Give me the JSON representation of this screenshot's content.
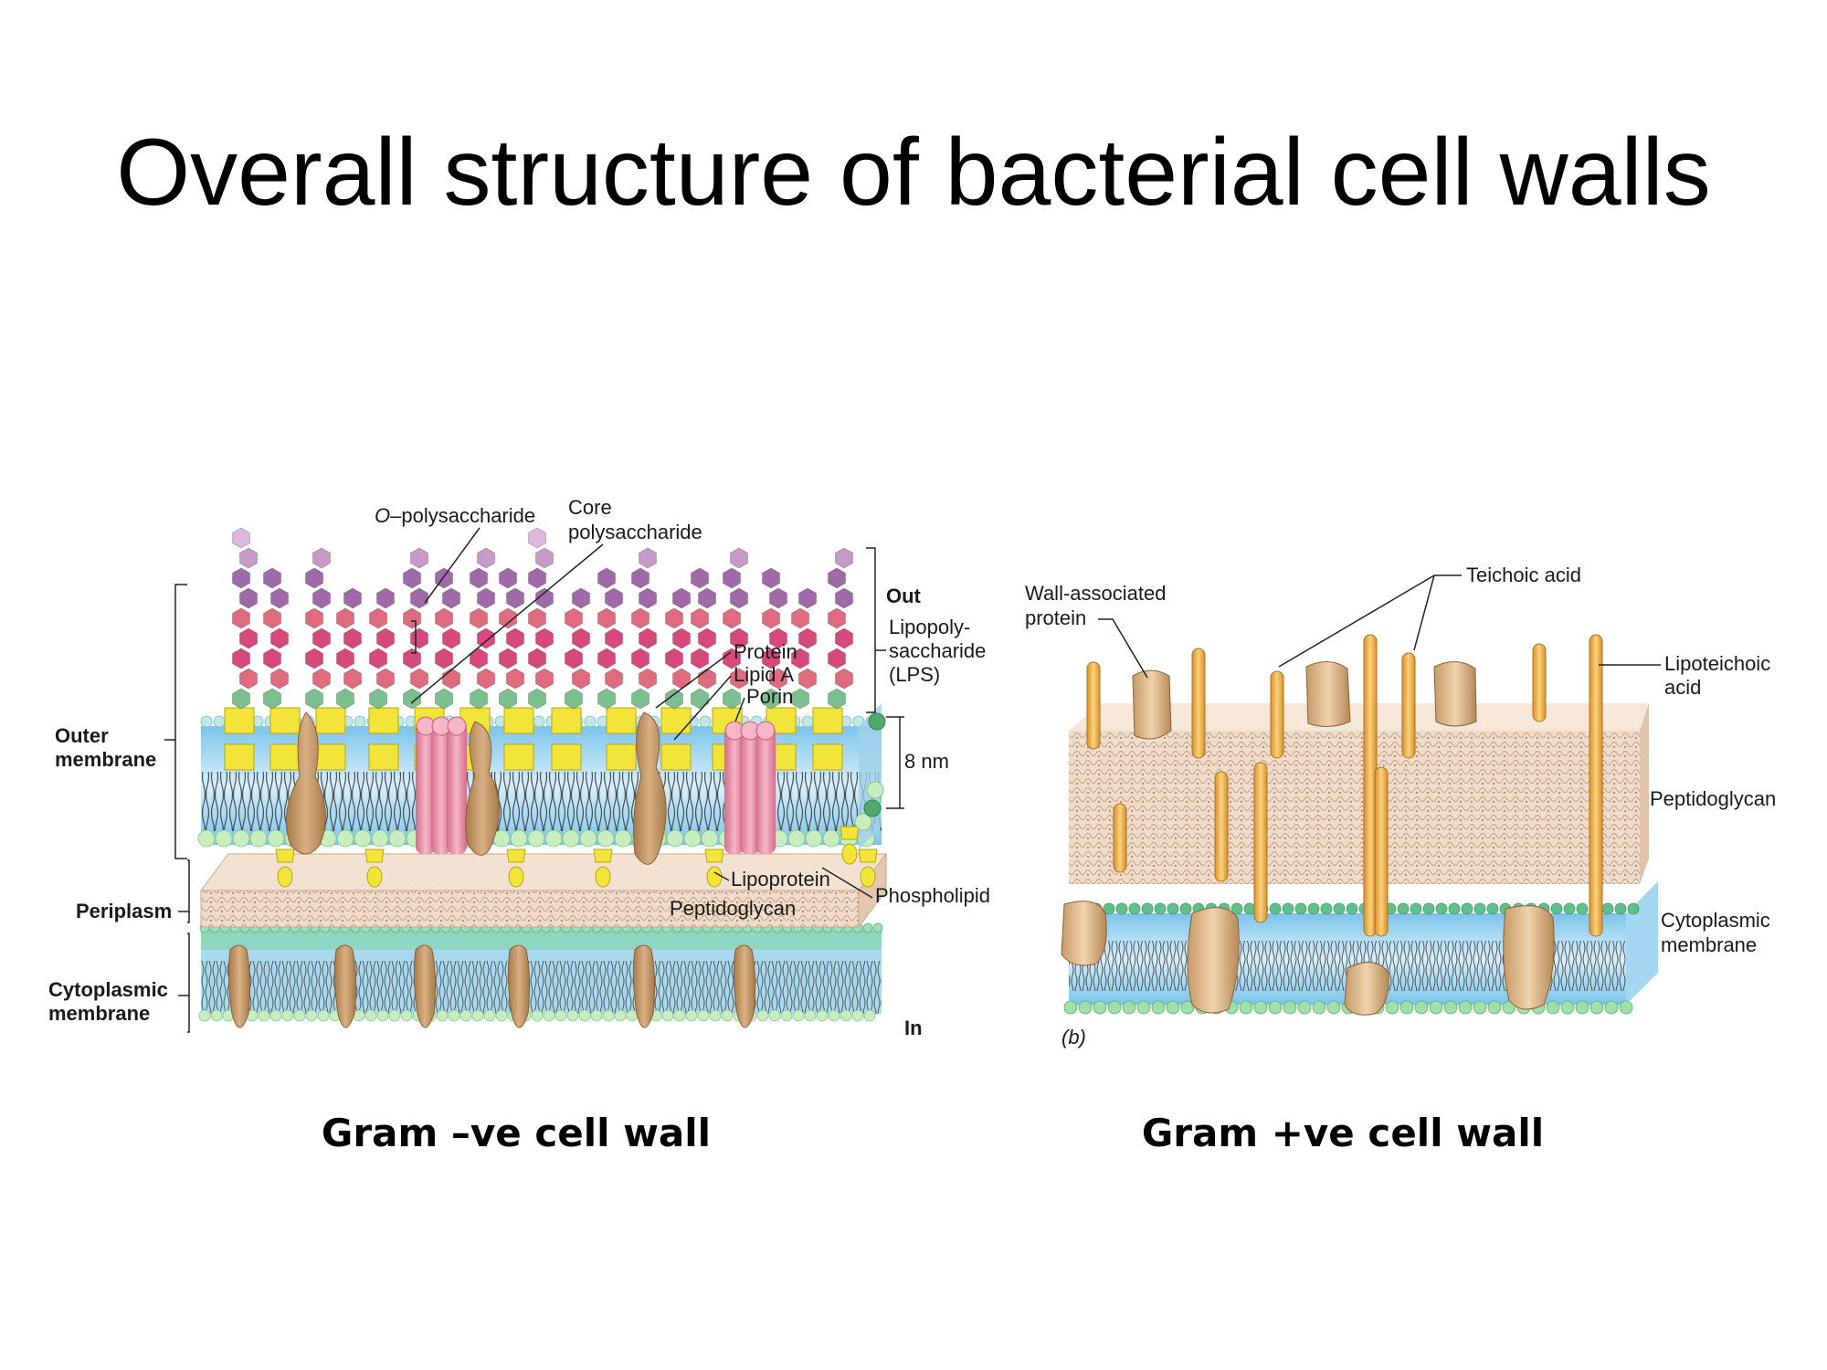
{
  "slide": {
    "title": "Overall structure of bacterial cell walls"
  },
  "gram_negative": {
    "caption": "Gram –ve cell wall",
    "labels": {
      "o_poly_o": "O",
      "o_poly_rest": "–polysaccharide",
      "core_line1": "Core",
      "core_line2": "polysaccharide",
      "protein": "Protein",
      "lipid_a": "Lipid A",
      "porin": "Porin",
      "out": "Out",
      "lps_line1": "Lipopoly-",
      "lps_line2": "saccharide",
      "lps_line3": "(LPS)",
      "thickness": "8 nm",
      "outer_membrane_line1": "Outer",
      "outer_membrane_line2": "membrane",
      "periplasm": "Periplasm",
      "lipoprotein": "Lipoprotein",
      "peptidoglycan": "Peptidoglycan",
      "phospholipid": "Phospholipid",
      "cytoplasmic_line1": "Cytoplasmic",
      "cytoplasmic_line2": "membrane",
      "in": "In"
    }
  },
  "gram_positive": {
    "caption": "Gram +ve cell wall",
    "labels": {
      "wall_assoc_line1": "Wall-associated",
      "wall_assoc_line2": "protein",
      "teichoic": "Teichoic acid",
      "lipoteichoic_line1": "Lipoteichoic",
      "lipoteichoic_line2": "acid",
      "peptidoglycan": "Peptidoglycan",
      "cytoplasmic_line1": "Cytoplasmic",
      "cytoplasmic_line2": "membrane",
      "panel_letter": "(b)"
    }
  },
  "colors": {
    "lipid_head": "#b9e6b4",
    "membrane_core": "#a8d8f0",
    "peptidoglycan": "#e9d3c0",
    "protein": "#c39a66",
    "porin": "#e892a8",
    "lipid_a_square": "#f3e43a",
    "sugar_pink": "#d7497a",
    "sugar_purple": "#a06aa8",
    "sugar_green": "#7cc090",
    "teichoic": "#f0b04a"
  }
}
